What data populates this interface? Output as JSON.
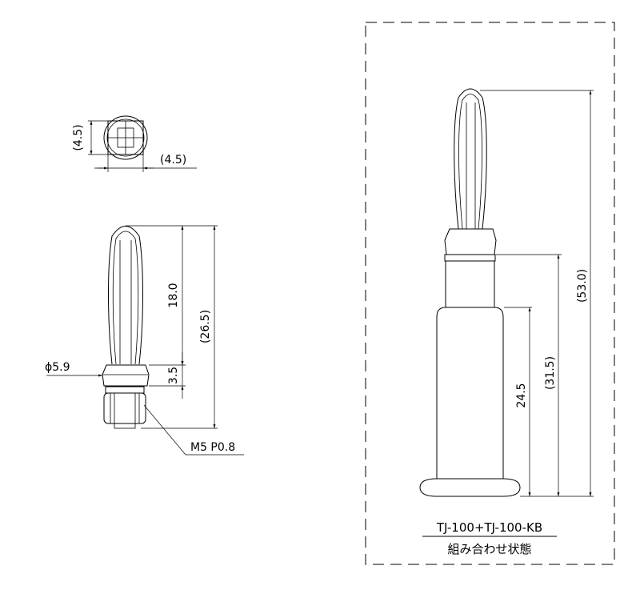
{
  "top_view": {
    "dim_height": "(4.5)",
    "dim_width": "(4.5)"
  },
  "side_view": {
    "dim_tip_length": "18.0",
    "dim_overall": "(26.5)",
    "dim_collar": "3.5",
    "dim_diameter": "ϕ5.9",
    "thread_callout": "M5 P0.8"
  },
  "assembly_view": {
    "dim_body": "24.5",
    "dim_mid": "(31.5)",
    "dim_total": "(53.0)",
    "part_number": "TJ-100+TJ-100-KB",
    "caption": "組み合わせ状態"
  }
}
